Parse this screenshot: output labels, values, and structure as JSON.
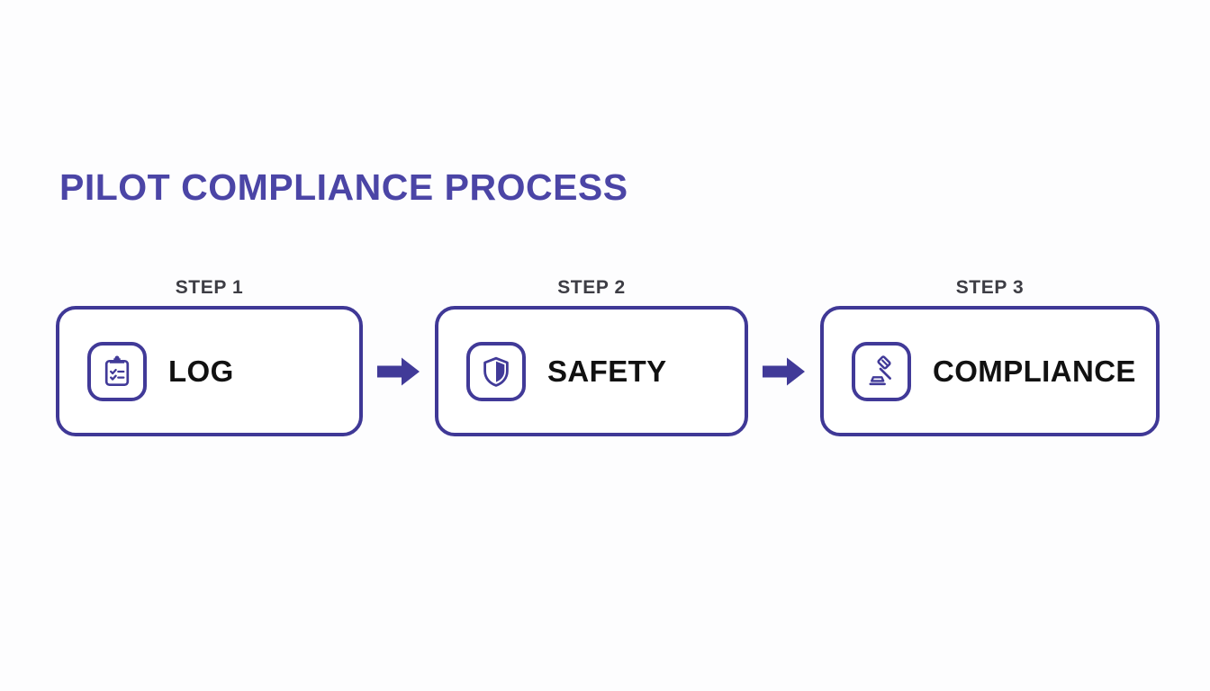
{
  "colors": {
    "background": "#fdfdfe",
    "title_purple": "#4b45a6",
    "border_indigo": "#3f3896",
    "icon_indigo": "#413a98",
    "arrow_purple": "#413a98",
    "label_gray": "#3d3d44",
    "card_text_black": "#111111",
    "card_fill": "#ffffff"
  },
  "diagram": {
    "title": "PILOT COMPLIANCE PROCESS",
    "type": "horizontal-process-flow",
    "step_count": 3,
    "steps": [
      {
        "label": "STEP 1",
        "text": "LOG",
        "icon": "clipboard-checklist-icon"
      },
      {
        "label": "STEP 2",
        "text": "SAFETY",
        "icon": "shield-icon"
      },
      {
        "label": "STEP 3",
        "text": "COMPLIANCE",
        "icon": "gavel-icon"
      }
    ],
    "connectors": [
      {
        "icon": "arrow-right-icon",
        "from": "STEP 1",
        "to": "STEP 2"
      },
      {
        "icon": "arrow-right-icon",
        "from": "STEP 2",
        "to": "STEP 3"
      }
    ]
  }
}
